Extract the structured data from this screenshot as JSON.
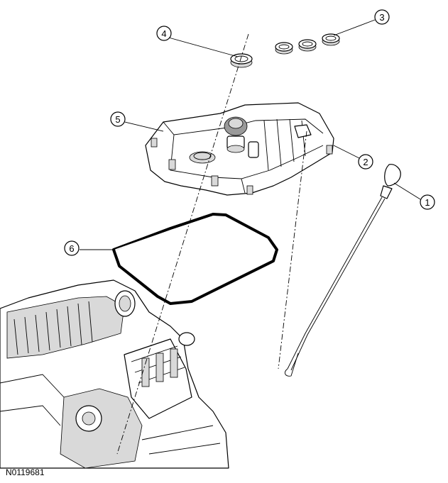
{
  "figure": {
    "reference_code": "N0119681",
    "callouts": [
      {
        "id": "1",
        "label": "1"
      },
      {
        "id": "2",
        "label": "2"
      },
      {
        "id": "3",
        "label": "3"
      },
      {
        "id": "4",
        "label": "4"
      },
      {
        "id": "5",
        "label": "5"
      },
      {
        "id": "6",
        "label": "6"
      }
    ]
  }
}
